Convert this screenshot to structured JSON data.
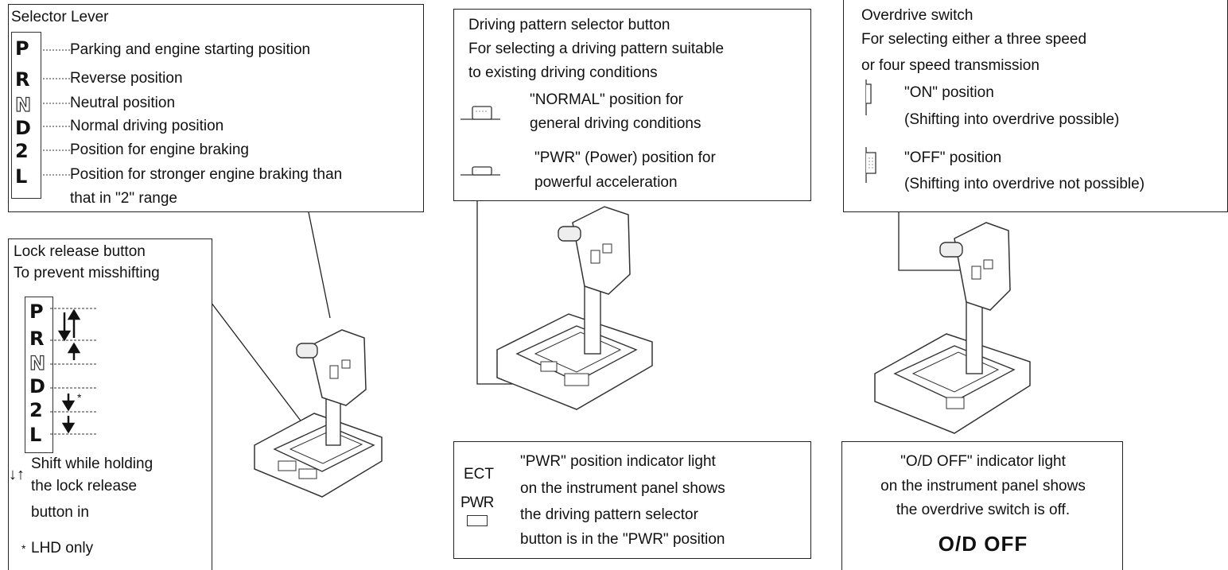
{
  "selector_lever": {
    "title": "Selector Lever",
    "positions": [
      {
        "gear": "P",
        "desc": "Parking and engine starting position"
      },
      {
        "gear": "R",
        "desc": "Reverse position"
      },
      {
        "gear": "N",
        "desc": "Neutral position"
      },
      {
        "gear": "D",
        "desc": "Normal driving position"
      },
      {
        "gear": "2",
        "desc": "Position for engine braking"
      },
      {
        "gear": "L",
        "desc": "Position for stronger engine braking than"
      }
    ],
    "desc_cont": "that in \"2\" range"
  },
  "lock_release": {
    "title": "Lock release button",
    "subtitle": "To prevent misshifting",
    "gears": [
      "P",
      "R",
      "N",
      "D",
      "2",
      "L"
    ],
    "star_mark": "*",
    "legend_arrows": "↓↑",
    "legend_lines": [
      "Shift while holding",
      "the lock release",
      "button in"
    ],
    "lhd_star": "*",
    "lhd_text": "LHD only"
  },
  "pattern_selector": {
    "lines": [
      "Driving pattern selector button",
      "For selecting a driving pattern suitable",
      "to existing driving conditions"
    ],
    "normal_lines": [
      "\"NORMAL\" position for",
      "general driving conditions"
    ],
    "pwr_lines": [
      "\"PWR\" (Power) position for",
      "powerful acceleration"
    ]
  },
  "overdrive_switch": {
    "lines": [
      "Overdrive switch",
      "For selecting either a three speed",
      "or four speed transmission"
    ],
    "on_lines": [
      "\"ON\" position",
      "(Shifting into overdrive possible)"
    ],
    "off_lines": [
      "\"OFF\" position",
      "(Shifting into overdrive not possible)"
    ]
  },
  "pwr_indicator": {
    "ect": "ECT",
    "pwr": "PWR",
    "lines": [
      "\"PWR\" position indicator light",
      "on the instrument panel shows",
      "the driving pattern selector",
      "button is in the \"PWR\" position"
    ]
  },
  "od_indicator": {
    "lines": [
      "\"O/D OFF\" indicator light",
      "on the instrument panel shows",
      "the overdrive switch is off."
    ],
    "display": "O/D OFF"
  }
}
